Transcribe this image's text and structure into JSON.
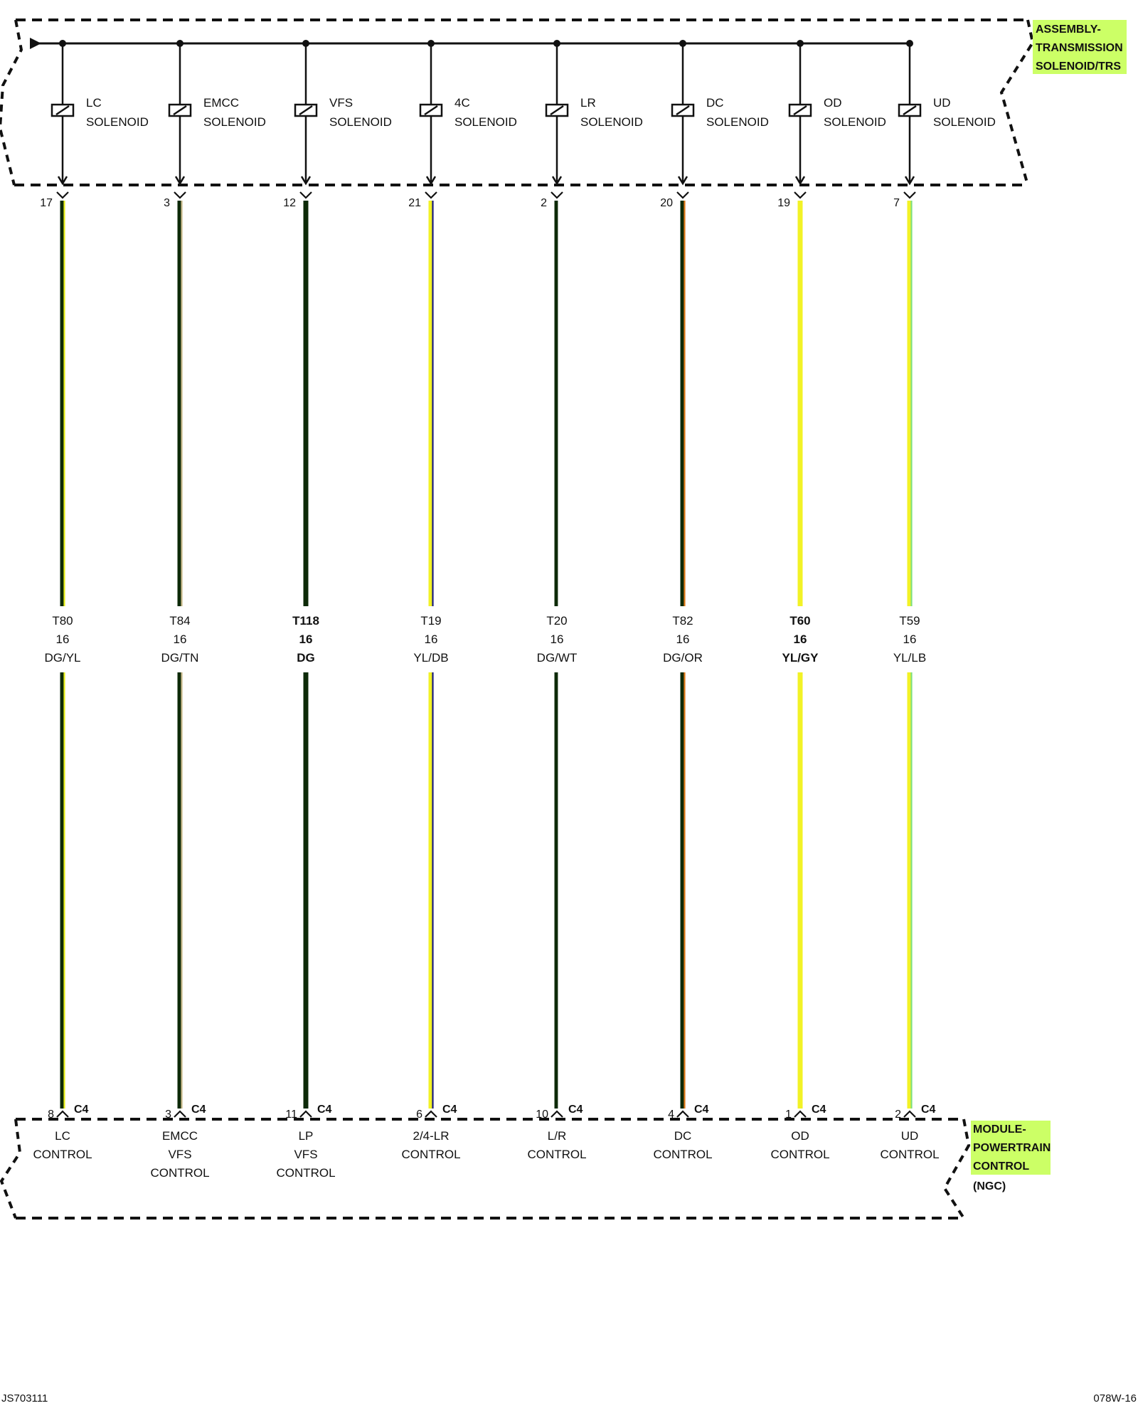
{
  "top_component": {
    "name_lines": [
      "ASSEMBLY-",
      "TRANSMISSION",
      "SOLENOID/TRS"
    ],
    "highlight_color": "#ccff66"
  },
  "bottom_component": {
    "name_lines": [
      "MODULE-",
      "POWERTRAIN",
      "CONTROL"
    ],
    "name_suffix": "(NGC)",
    "highlight_color": "#ccff66"
  },
  "circuits": [
    {
      "solenoid": [
        "LC",
        "SOLENOID"
      ],
      "top_pin": "17",
      "circuit": "T80",
      "gauge": "16",
      "color_code": "DG/YL",
      "bold": false,
      "wire_base": "#0d2a08",
      "wire_stripe": "#e6ef1a",
      "bottom_pin": "8",
      "connector": "C4",
      "function": [
        "LC",
        "CONTROL"
      ]
    },
    {
      "solenoid": [
        "EMCC",
        "SOLENOID"
      ],
      "top_pin": "3",
      "circuit": "T84",
      "gauge": "16",
      "color_code": "DG/TN",
      "bold": false,
      "wire_base": "#0d2a08",
      "wire_stripe": "#c9b98a",
      "bottom_pin": "3",
      "connector": "C4",
      "function": [
        "EMCC",
        "VFS",
        "CONTROL"
      ]
    },
    {
      "solenoid": [
        "VFS",
        "SOLENOID"
      ],
      "top_pin": "12",
      "circuit": "T118",
      "gauge": "16",
      "color_code": "DG",
      "bold": true,
      "wire_base": "#0d2a08",
      "wire_stripe": "#0d2a08",
      "bottom_pin": "11",
      "connector": "C4",
      "function": [
        "LP",
        "VFS",
        "CONTROL"
      ]
    },
    {
      "solenoid": [
        "4C",
        "SOLENOID"
      ],
      "top_pin": "21",
      "circuit": "T19",
      "gauge": "16",
      "color_code": "YL/DB",
      "bold": false,
      "wire_base": "#f2f226",
      "wire_stripe": "#1a1a80",
      "bottom_pin": "6",
      "connector": "C4",
      "function": [
        "2/4-LR",
        "CONTROL"
      ]
    },
    {
      "solenoid": [
        "LR",
        "SOLENOID"
      ],
      "top_pin": "2",
      "circuit": "T20",
      "gauge": "16",
      "color_code": "DG/WT",
      "bold": false,
      "wire_base": "#0d2a08",
      "wire_stripe": "#ffffff",
      "bottom_pin": "10",
      "connector": "C4",
      "function": [
        "L/R",
        "CONTROL"
      ]
    },
    {
      "solenoid": [
        "DC",
        "SOLENOID"
      ],
      "top_pin": "20",
      "circuit": "T82",
      "gauge": "16",
      "color_code": "DG/OR",
      "bold": false,
      "wire_base": "#0d2a08",
      "wire_stripe": "#e07b1a",
      "bottom_pin": "4",
      "connector": "C4",
      "function": [
        "DC",
        "CONTROL"
      ]
    },
    {
      "solenoid": [
        "OD",
        "SOLENOID"
      ],
      "top_pin": "19",
      "circuit": "T60",
      "gauge": "16",
      "color_code": "YL/GY",
      "bold": true,
      "wire_base": "#f2f226",
      "wire_stripe": "#f2f226",
      "bottom_pin": "1",
      "connector": "C4",
      "function": [
        "OD",
        "CONTROL"
      ]
    },
    {
      "solenoid": [
        "UD",
        "SOLENOID"
      ],
      "top_pin": "7",
      "circuit": "T59",
      "gauge": "16",
      "color_code": "YL/LB",
      "bold": false,
      "wire_base": "#f2f226",
      "wire_stripe": "#7fe07f",
      "bottom_pin": "2",
      "connector": "C4",
      "function": [
        "UD",
        "CONTROL"
      ]
    }
  ],
  "footer": {
    "left_code": "JS703111",
    "right_code": "078W-16"
  }
}
